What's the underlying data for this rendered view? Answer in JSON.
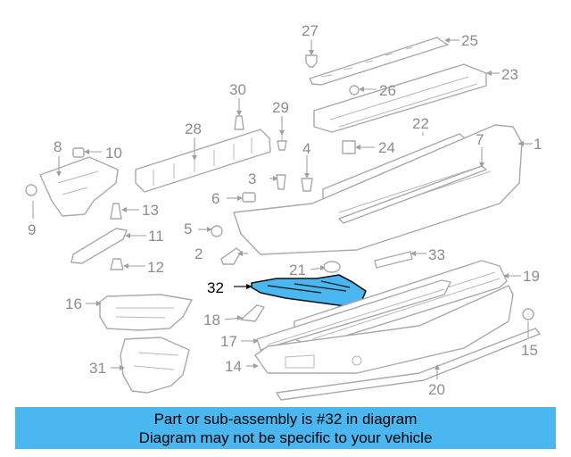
{
  "diagram": {
    "highlighted_part": "32",
    "highlight_color": "#4ab7f0",
    "callouts": [
      "1",
      "2",
      "3",
      "4",
      "5",
      "6",
      "7",
      "8",
      "9",
      "10",
      "11",
      "12",
      "13",
      "14",
      "15",
      "16",
      "17",
      "18",
      "19",
      "20",
      "21",
      "22",
      "23",
      "24",
      "25",
      "26",
      "27",
      "28",
      "29",
      "30",
      "31",
      "32",
      "33"
    ]
  },
  "banner": {
    "line1": "Part or sub-assembly is #32 in diagram",
    "line2": "Diagram may not be specific to your vehicle",
    "background": "#4ab7f0"
  }
}
